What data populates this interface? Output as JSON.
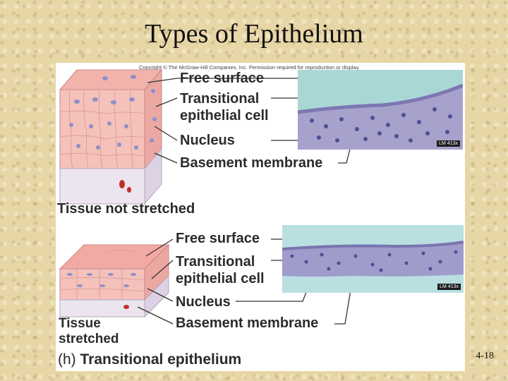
{
  "slide": {
    "title": "Types of Epithelium",
    "page_number": "4-18"
  },
  "figure": {
    "copyright": "Copyright © The McGraw-Hill Companies, Inc. Permission required for reproduction or display.",
    "top": {
      "labels": {
        "free_surface": "Free surface",
        "cell_line1": "Transitional",
        "cell_line2": "epithelial cell",
        "nucleus": "Nucleus",
        "basement": "Basement membrane"
      },
      "caption": "Tissue not stretched",
      "magnification": "LM 413x"
    },
    "bottom": {
      "labels": {
        "free_surface": "Free surface",
        "cell_line1": "Transitional",
        "cell_line2": "epithelial cell",
        "nucleus": "Nucleus",
        "basement": "Basement membrane"
      },
      "caption_line1": "Tissue",
      "caption_line2": "stretched",
      "magnification": "LM 413x"
    },
    "panel_letter": "(h)",
    "panel_title": "Transitional epithelium"
  }
}
